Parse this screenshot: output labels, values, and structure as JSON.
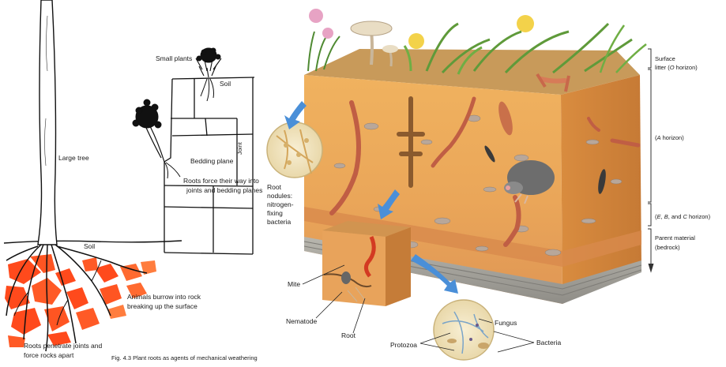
{
  "left_figure": {
    "labels": {
      "small_plants": "Small plants",
      "soil_top": "Soil",
      "joint": "Joint",
      "large_tree": "Large tree",
      "bedding_plane": "Bedding plane",
      "roots_force_line1": "Roots force their way into",
      "roots_force_line2": "joints and bedding planes",
      "soil_bottom": "Soil",
      "animals_line1": "Animals burrow into rock",
      "animals_line2": "breaking up the surface",
      "roots_penetrate_line1": "Roots penetrate joints and",
      "roots_penetrate_line2": "force rocks apart",
      "caption": "Fig. 4.3   Plant roots as agents of mechanical weathering"
    },
    "colors": {
      "rock": "#ff4a1c",
      "rock_dark": "#e03a12",
      "ink": "#111111"
    }
  },
  "right_figure": {
    "labels": {
      "surface_litter_line1": "Surface",
      "surface_litter_line2": "litter (",
      "surface_litter_o": "O",
      "surface_litter_line2_end": " horizon)",
      "a_horizon_open": "(",
      "a_horizon_a": "A",
      "a_horizon_close": " horizon)",
      "ebc_open": "(",
      "ebc_e": "E",
      "ebc_comma1": ", ",
      "ebc_b": "B",
      "ebc_and": ", and ",
      "ebc_c": "C",
      "ebc_close": " horizon)",
      "parent_line1": "Parent material",
      "parent_line2": "(bedrock)",
      "root_nodules_1": "Root",
      "root_nodules_2": "nodules:",
      "root_nodules_3": "nitrogen-",
      "root_nodules_4": "fixing",
      "root_nodules_5": "bacteria",
      "mite": "Mite",
      "nematode": "Nematode",
      "root": "Root",
      "protozoa": "Protozoa",
      "fungus": "Fungus",
      "bacteria": "Bacteria"
    },
    "colors": {
      "soil_top": "#e8a24a",
      "soil_mid": "#eaa659",
      "soil_low": "#e39b56",
      "bedrock": "#a9a9a3",
      "grass": "#5f9a3a",
      "worm": "#c8684a",
      "arrow_blue": "#4a8fd8",
      "magnifier": "#f3e7c4"
    }
  }
}
